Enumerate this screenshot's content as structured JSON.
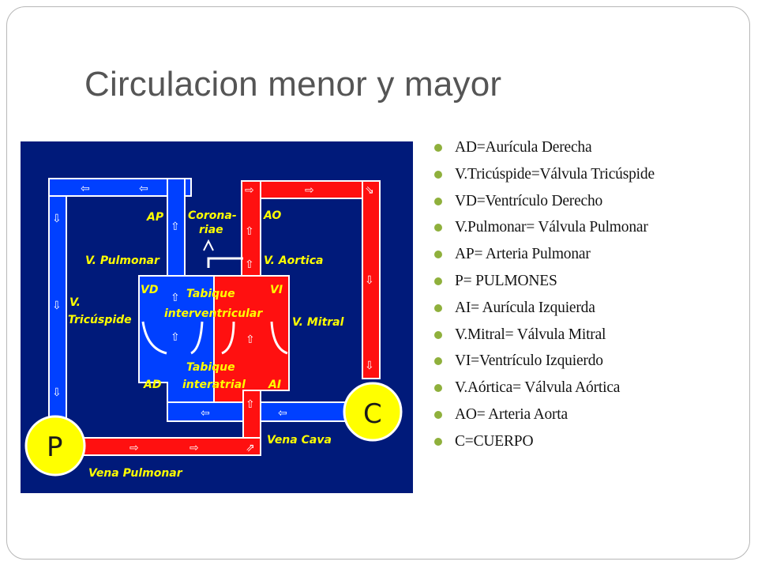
{
  "slide": {
    "title": "Circulacion menor y mayor"
  },
  "diagram": {
    "labels": {
      "ap": "AP",
      "ao": "AO",
      "coronarias_1": "Corona-",
      "coronarias_2": "riae",
      "v_pulmonar": "V. Pulmonar",
      "v_aortica": "V. Aortica",
      "vd": "VD",
      "vi": "VI",
      "tabique_iv_1": "Tabique",
      "tabique_iv_2": "interventricular",
      "v_tricuspide_1": "V.",
      "v_tricuspide_2": "Tricúspide",
      "v_mitral": "V. Mitral",
      "tabique_ia_1": "Tabique",
      "tabique_ia_2": "interatrial",
      "ad": "AD",
      "ai": "AI",
      "vena_cava": "Vena Cava",
      "vena_pulmonar": "Vena Pulmonar",
      "p_circle": "P",
      "c_circle": "C"
    },
    "colors": {
      "background": "#001a7a",
      "venous": "#0040ff",
      "arterial": "#ff1010",
      "organ": "#ffff00",
      "label": "#ffff00"
    }
  },
  "legend": {
    "items": [
      "AD=Aurícula Derecha",
      "V.Tricúspide=Válvula Tricúspide",
      "VD=Ventrículo Derecho",
      "V.Pulmonar= Válvula Pulmonar",
      "AP= Arteria Pulmonar",
      "P= PULMONES",
      "AI= Aurícula Izquierda",
      "V.Mitral= Válvula Mitral",
      "VI=Ventrículo Izquierdo",
      "V.Aórtica= Válvula Aórtica",
      "AO= Arteria Aorta",
      "C=CUERPO"
    ]
  }
}
